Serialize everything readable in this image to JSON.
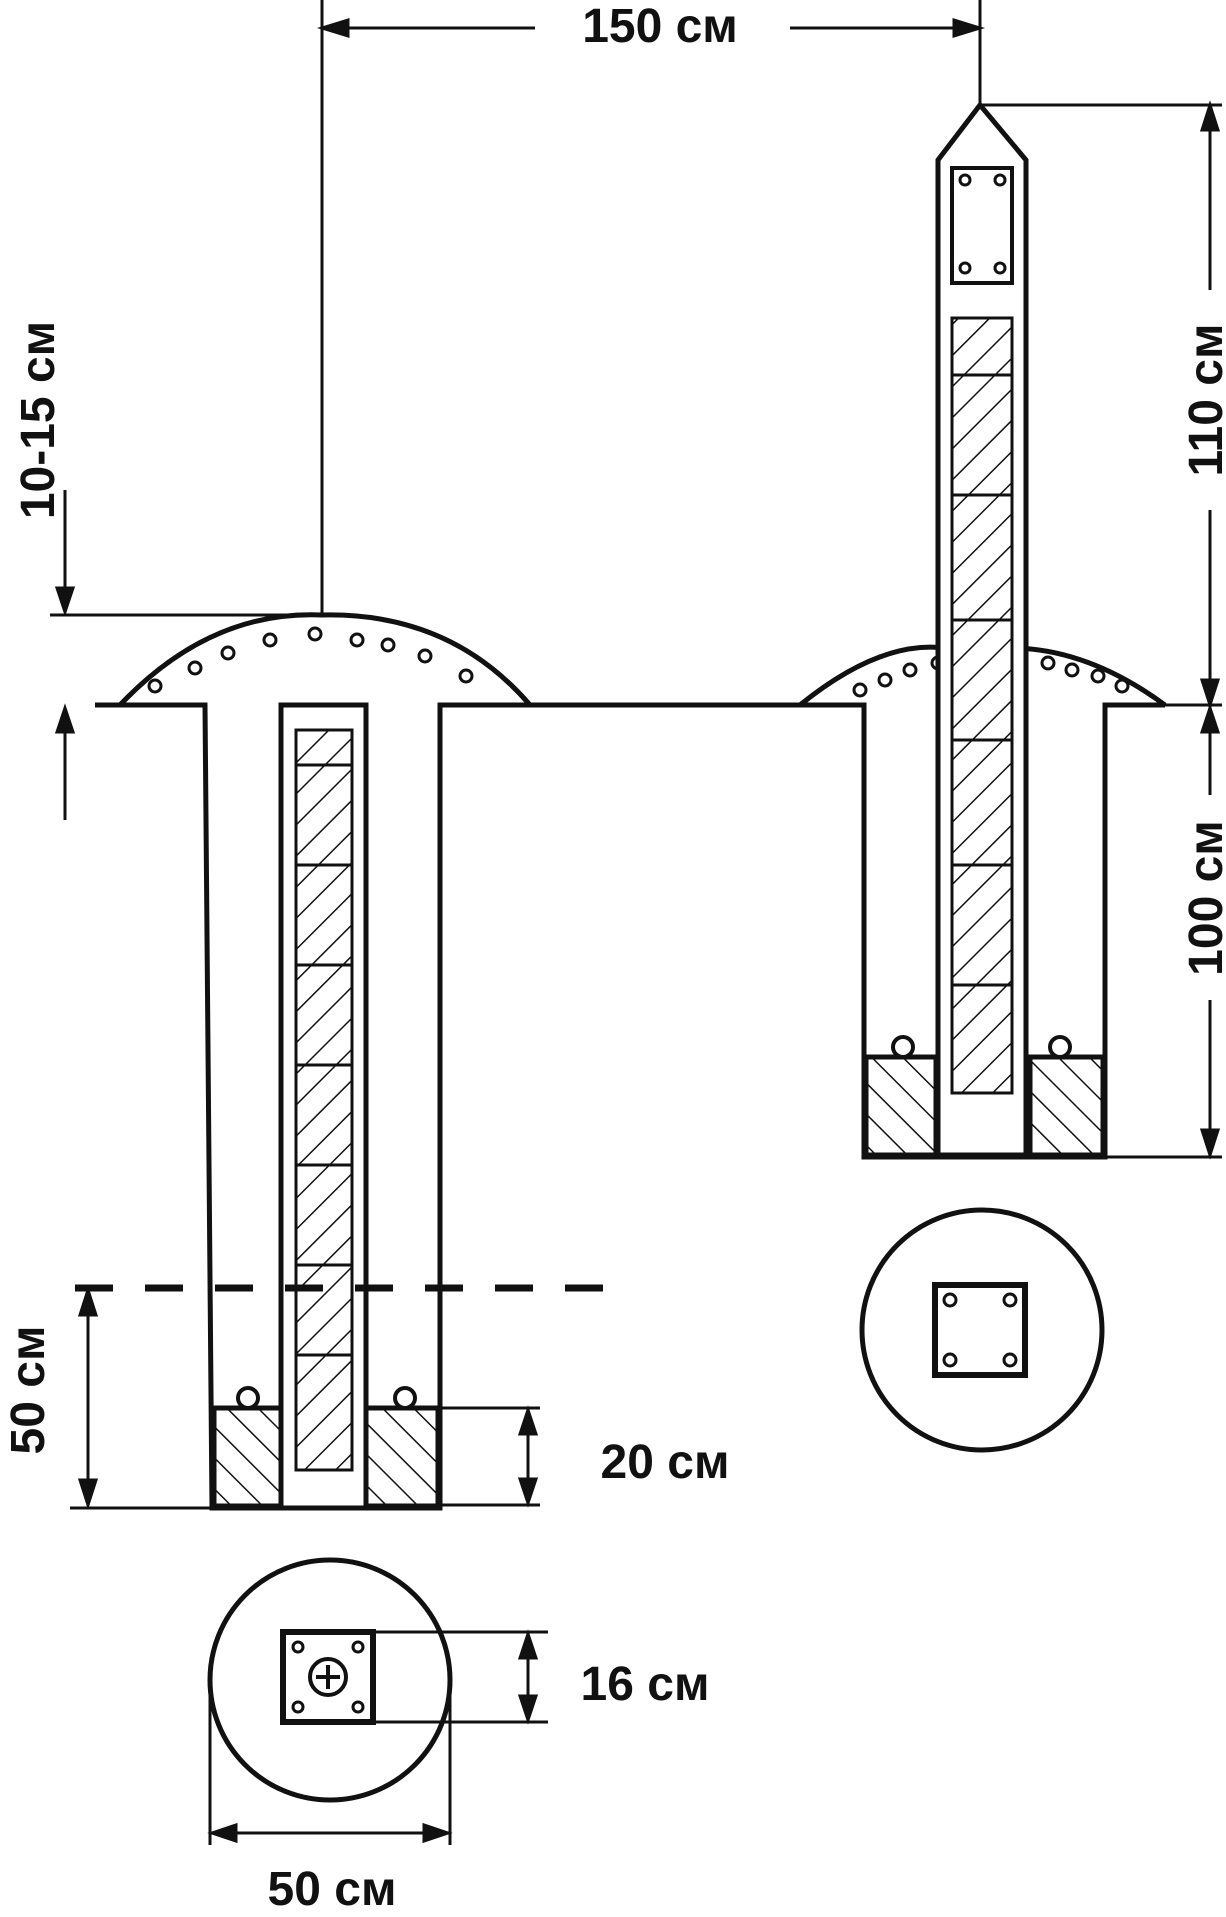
{
  "diagram": {
    "labels": {
      "spacing": "150 см",
      "mound_height": "10-15 см",
      "post_above_ground": "110 см",
      "post_below_ground": "100 см",
      "pit_depth_extra": "50 см",
      "base_height": "20 см",
      "post_width": "16 см",
      "pit_diameter": "50 см"
    },
    "colors": {
      "ink": "#111111",
      "paper": "#ffffff"
    }
  }
}
